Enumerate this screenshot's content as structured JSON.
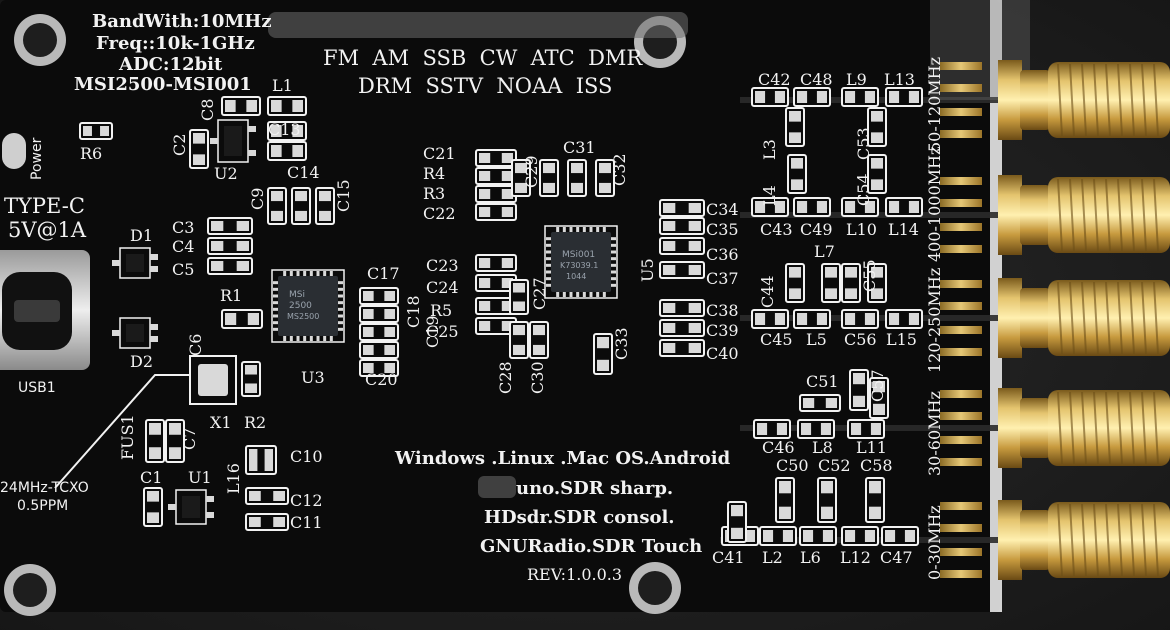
{
  "specs": {
    "bandwidth": "BandWith:10MHz",
    "freq": "Freq::10k-1GHz",
    "adc": "ADC:12bit",
    "chipset": "MSI2500-MSI001"
  },
  "modes_line1": "FM  AM  SSB  CW  ATC  DMR",
  "modes_line2": "DRM  SSTV  NOAA  ISS",
  "power": {
    "type": "TYPE-C",
    "rating": "5V@1A",
    "power_label": "Power",
    "usb_label": "USB1"
  },
  "tcxo": {
    "freq": "24MHz-TCXO",
    "ppm": "0.5PPM"
  },
  "software": {
    "os": "Windows .Linux .Mac OS.Android",
    "line2": "uno.SDR sharp.",
    "line3": "HDsdr.SDR consol.",
    "line4": "GNURadio.SDR Touch",
    "rev": "REV:1.0.0.3"
  },
  "bands": [
    "50-120MHz",
    "400-1000MHz",
    "120-250MHz",
    "30-60MHz",
    "0-30MHz"
  ],
  "designators": {
    "L1": "L1",
    "C8": "C8",
    "C13": "C13",
    "C2": "C2",
    "U2": "U2",
    "C14": "C14",
    "C9": "C9",
    "C15": "C15",
    "R6": "R6",
    "C3": "C3",
    "C4": "C4",
    "C5": "C5",
    "D1": "D1",
    "D2": "D2",
    "R1": "R1",
    "C6": "C6",
    "X1": "X1",
    "R2": "R2",
    "U3": "U3",
    "C17": "C17",
    "C18": "C18",
    "C19": "C19",
    "C20": "C20",
    "C21": "C21",
    "R4": "R4",
    "R3": "R3",
    "C22": "C22",
    "C29": "C29",
    "C31": "C31",
    "C32": "C32",
    "C23": "C23",
    "C24": "C24",
    "R5": "R5",
    "C25": "C25",
    "C27": "C27",
    "C28": "C28",
    "C30": "C30",
    "C33": "C33",
    "U5": "U5",
    "C34": "C34",
    "C35": "C35",
    "C36": "C36",
    "C37": "C37",
    "C38": "C38",
    "C39": "C39",
    "C40": "C40",
    "FUS1": "FUS1",
    "C7": "C7",
    "C1": "C1",
    "U1": "U1",
    "L16": "L16",
    "C10": "C10",
    "C12": "C12",
    "C11": "C11",
    "C42": "C42",
    "C48": "C48",
    "L9": "L9",
    "L13": "L13",
    "L3": "L3",
    "C53": "C53",
    "L4": "L4",
    "C54": "C54",
    "C43": "C43",
    "C49": "C49",
    "L10": "L10",
    "L14": "L14",
    "L7": "L7",
    "C44": "C44",
    "C55": "C55",
    "C45": "C45",
    "L5": "L5",
    "C56": "C56",
    "L15": "L15",
    "C51": "C51",
    "C57": "C57",
    "C46": "C46",
    "L8": "L8",
    "L11": "L11",
    "C50": "C50",
    "C52": "C52",
    "C58": "C58",
    "C41": "C41",
    "L2": "L2",
    "L6": "L6",
    "L12": "L12",
    "C47": "C47"
  },
  "chips": {
    "msi2500": {
      "line1": "MSi",
      "line2": "2500",
      "line3": "MS2500"
    },
    "msi001": {
      "line1": "MSi001",
      "line2": "K73039.1",
      "line3": "1044"
    }
  },
  "colors": {
    "board": "#0b0b0b",
    "silkscreen": "#f2f2f2",
    "copper_gold": "#c9a046",
    "ic_body": "#2a2e33",
    "passive_body": "#d9d9d9",
    "background_leather": "#1c1c1c"
  }
}
